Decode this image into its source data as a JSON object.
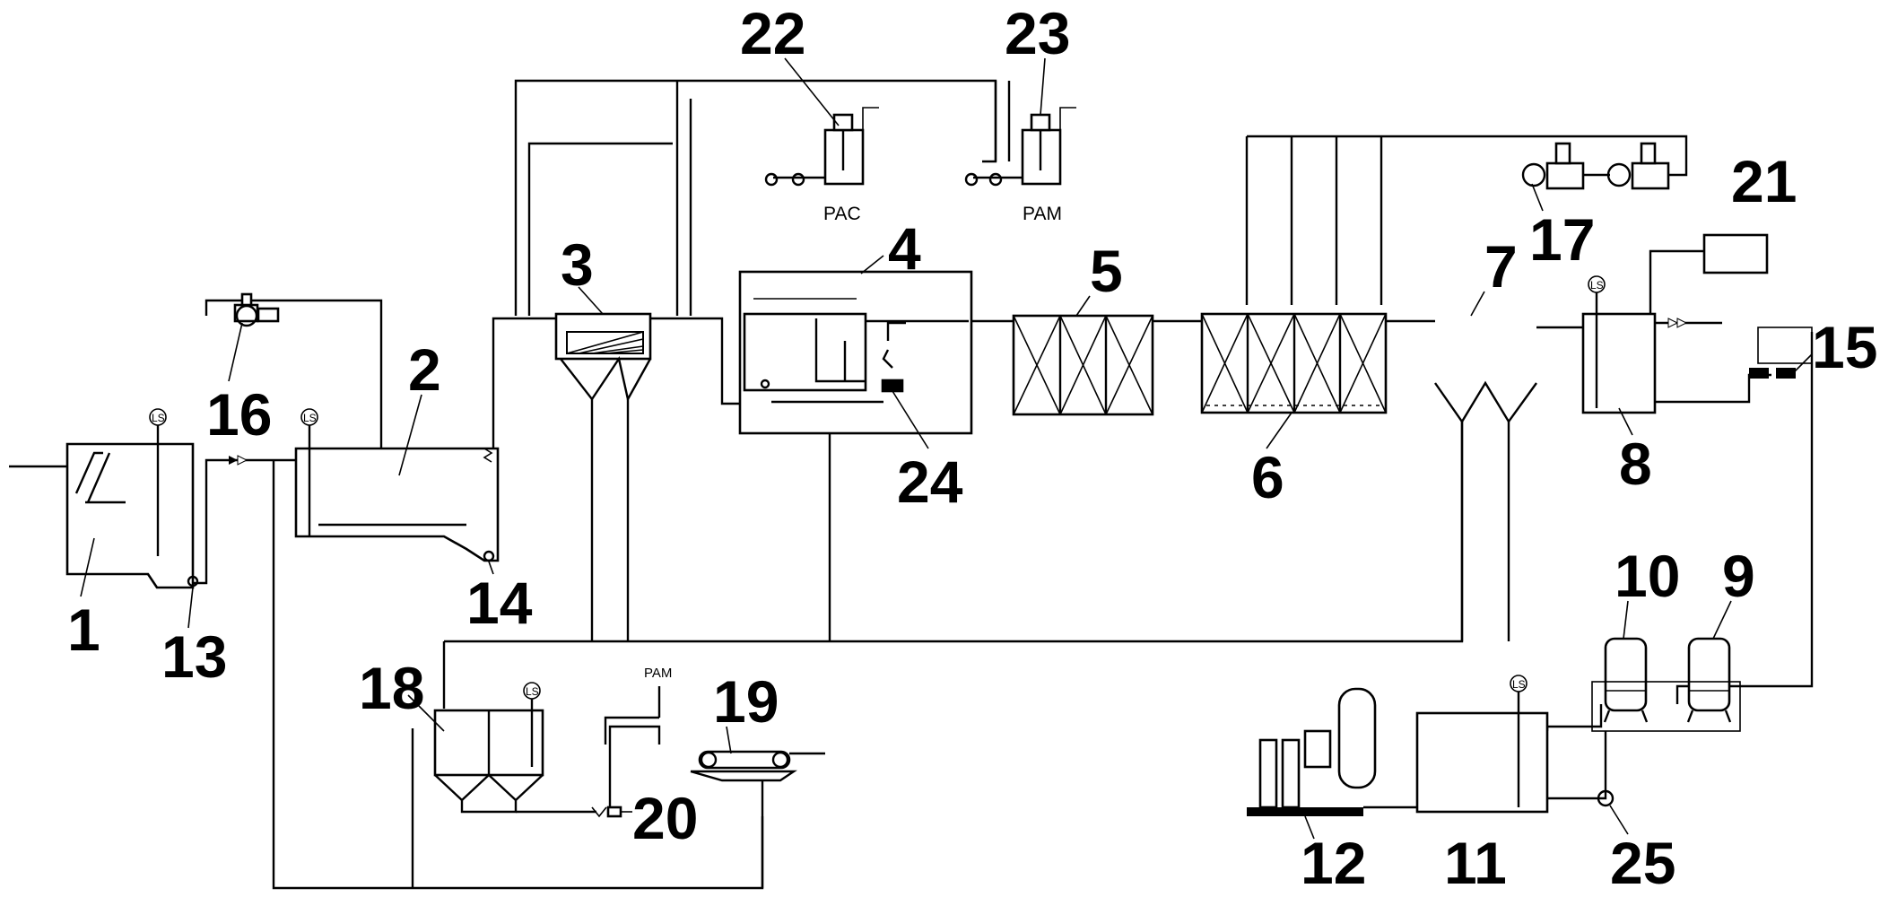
{
  "equipment_numbers": {
    "n1": "1",
    "n2": "2",
    "n3": "3",
    "n4": "4",
    "n5": "5",
    "n6": "6",
    "n7": "7",
    "n8": "8",
    "n9": "9",
    "n10": "10",
    "n11": "11",
    "n12": "12",
    "n13": "13",
    "n14": "14",
    "n15": "15",
    "n16": "16",
    "n17": "17",
    "n18": "18",
    "n19": "19",
    "n20": "20",
    "n21": "21",
    "n22": "22",
    "n23": "23",
    "n24": "24",
    "n25": "25"
  },
  "chemical_labels": {
    "pac": "PAC",
    "pam": "PAM",
    "pam_sludge": "PAM"
  },
  "level_switch_label": "LS",
  "colors": {
    "line": "#000000",
    "background": "#ffffff"
  }
}
